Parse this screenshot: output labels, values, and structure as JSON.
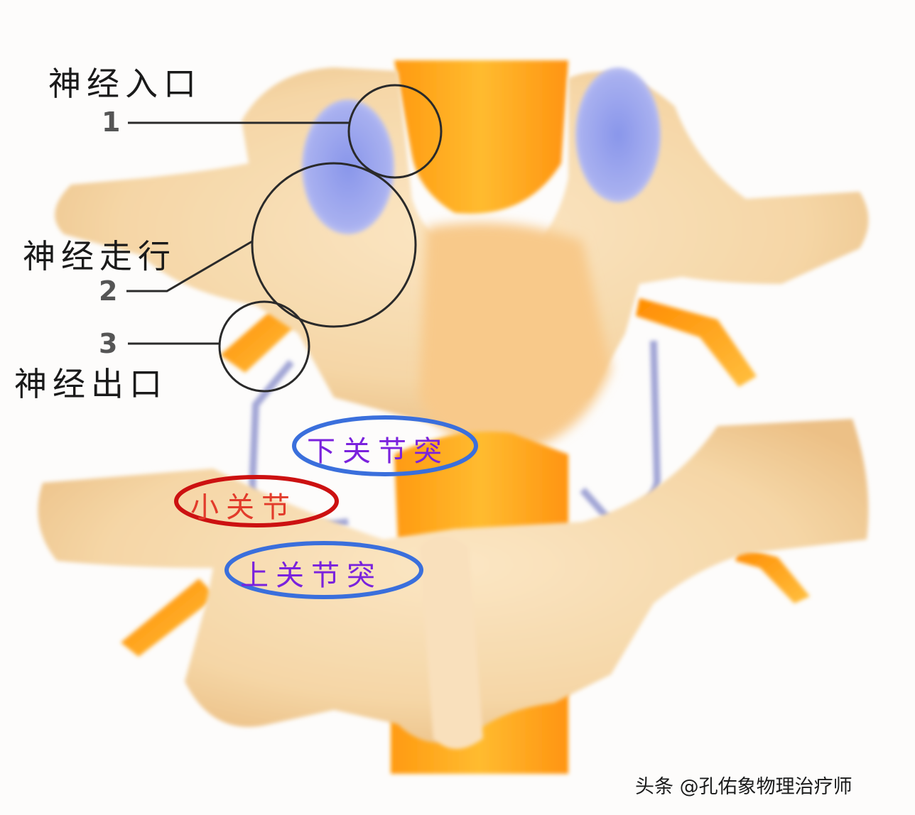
{
  "diagram": {
    "subject": "Lumbar spine posterior view",
    "colors": {
      "background": "#fdfcfb",
      "bone": "#f6d9ae",
      "bone_shadow": "#efc38a",
      "spinal_cord": "#ffa31a",
      "nerve_root": "#f7a21c",
      "disc_cartilage": "#9aa6ea",
      "callout_circle": "#2a2a2a",
      "ellipse_blue": "#3a6fdc",
      "ellipse_red": "#cc1111",
      "text_purple": "#7a22dd",
      "text_red": "#e23b2b"
    },
    "callouts": [
      {
        "number": "1",
        "label": "神经入口"
      },
      {
        "number": "2",
        "label": "神经走行"
      },
      {
        "number": "3",
        "label": "神经出口"
      }
    ],
    "structure_labels": [
      {
        "text": "下关节突",
        "ellipse_color": "blue"
      },
      {
        "text": "小关节",
        "ellipse_color": "red"
      },
      {
        "text": "上关节突",
        "ellipse_color": "blue"
      }
    ],
    "watermark": "头条 @孔佑象物理治疗师"
  }
}
